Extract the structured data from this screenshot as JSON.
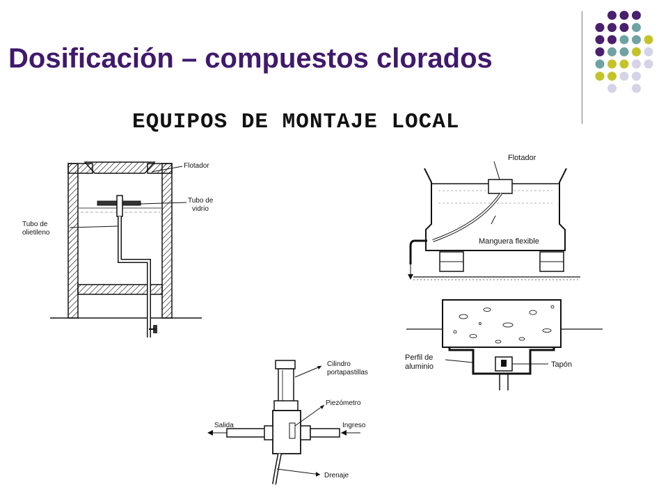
{
  "slide": {
    "title": "Dosificación – compuestos clorados",
    "subtitle": "EQUIPOS DE MONTAJE LOCAL"
  },
  "colors": {
    "title": "#3f1a6b",
    "dot_purple": "#4a1f6e",
    "dot_teal": "#6fa3a3",
    "dot_lime": "#c3c42a",
    "dot_lavender": "#d4d3e8"
  },
  "drawing1": {
    "flotador": "Flotador",
    "tubo_vidrio_1": "Tubo de",
    "tubo_vidrio_2": "vidrio",
    "tubo_poli_1": "Tubo de",
    "tubo_poli_2": "olietileno"
  },
  "drawing2": {
    "flotador": "Flotador",
    "manguera": "Manguera flexible"
  },
  "drawing3": {
    "perfil_1": "Perfil de",
    "perfil_2": "aluminio",
    "tapon": "Tapón"
  },
  "drawing4": {
    "cilindro_1": "Cilindro",
    "cilindro_2": "portapastillas",
    "piezometro": "Piezómetro",
    "salida": "Salida",
    "ingreso": "Ingreso",
    "drenaje": "Drenaje"
  }
}
